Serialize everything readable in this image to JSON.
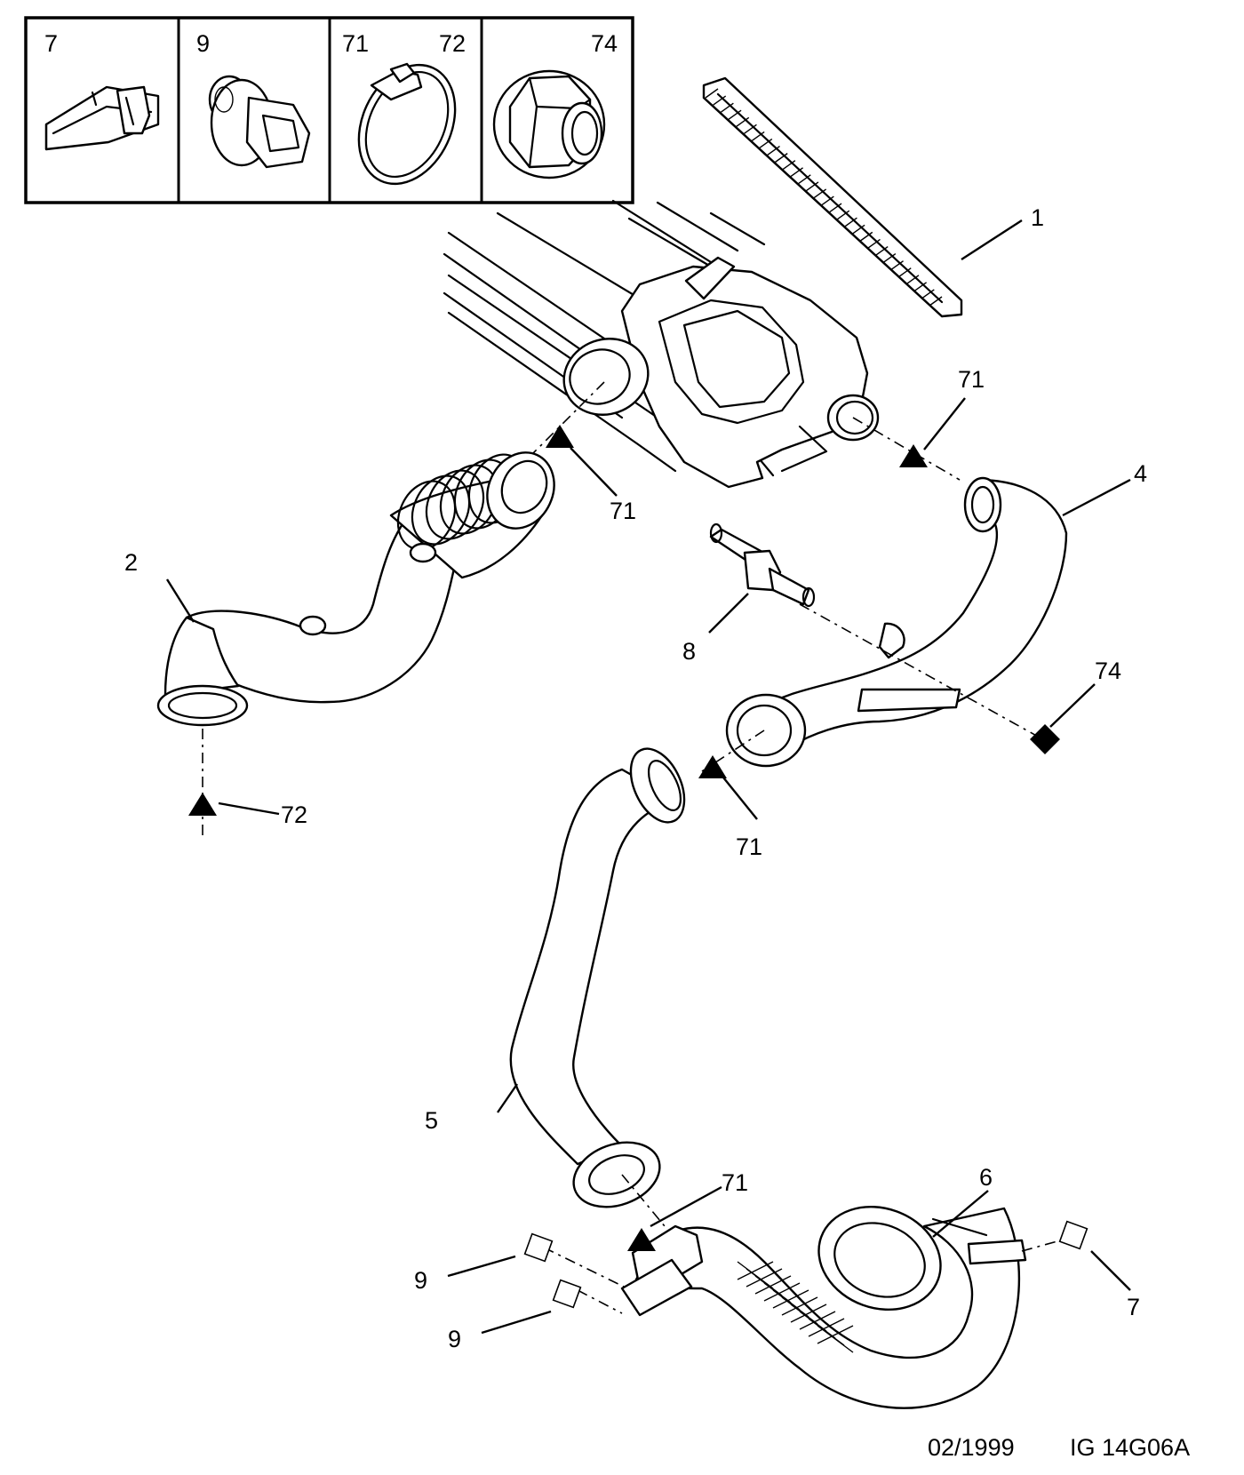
{
  "inset_panels": [
    {
      "ids": [
        "7"
      ],
      "part": "clip-7"
    },
    {
      "ids": [
        "9"
      ],
      "part": "clip-9"
    },
    {
      "ids": [
        "71",
        "72"
      ],
      "part": "hose-clamp"
    },
    {
      "ids": [
        "74"
      ],
      "part": "flange-nut"
    }
  ],
  "callouts": {
    "c1": "1",
    "c2": "2",
    "c4": "4",
    "c5": "5",
    "c6": "6",
    "c7": "7",
    "c8": "8",
    "c9a": "9",
    "c9b": "9",
    "c71a": "71",
    "c71b": "71",
    "c71c": "71",
    "c71d": "71",
    "c72": "72",
    "c74": "74"
  },
  "footer": {
    "date": "02/1999",
    "ref": "IG 14G06A"
  }
}
